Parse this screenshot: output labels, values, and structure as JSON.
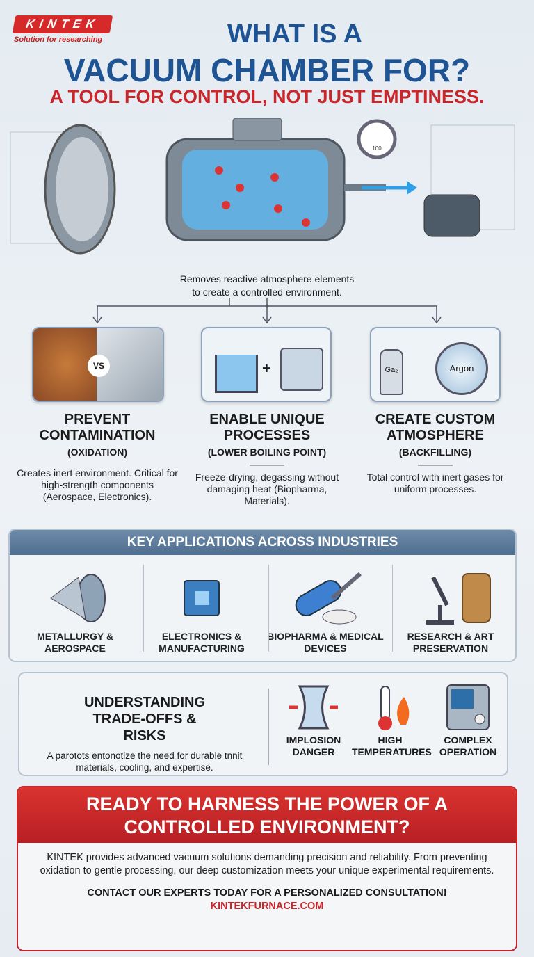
{
  "brand": {
    "name": "KINTEK",
    "tagline": "Solution for researching"
  },
  "header": {
    "title_line1": "WHAT IS A",
    "title_line2": "VACUUM CHAMBER FOR?",
    "subtitle": "A TOOL FOR CONTROL, NOT JUST EMPTINESS."
  },
  "hero": {
    "caption_line1": "Removes reactive atmosphere elements",
    "caption_line2": "to create a controlled environment.",
    "gauge_label": "100"
  },
  "benefits": [
    {
      "title": "PREVENT CONTAMINATION",
      "subtitle": "(OXIDATION)",
      "description": "Creates inert environment. Critical for high-strength components (Aerospace, Electronics).",
      "image_label": "VS"
    },
    {
      "title": "ENABLE UNIQUE PROCESSES",
      "subtitle": "(LOWER BOILING POINT)",
      "description": "Freeze-drying, degassing without damaging heat (Biopharma, Materials).",
      "image_label": "+"
    },
    {
      "title": "CREATE CUSTOM ATMOSPHERE",
      "subtitle": "(BACKFILLING)",
      "description": "Total control with inert gases for uniform processes.",
      "image_label": "Argon",
      "image_label2": "Ga₂"
    }
  ],
  "applications": {
    "heading": "KEY APPLICATIONS ACROSS INDUSTRIES",
    "items": [
      {
        "label": "METALLURGY & AEROSPACE",
        "icon": "jet-engine-icon"
      },
      {
        "label": "ELECTRONICS & MANUFACTURING",
        "icon": "chip-icon"
      },
      {
        "label": "BIOPHARMA & MEDICAL DEVICES",
        "icon": "pill-syringe-icon"
      },
      {
        "label": "RESEARCH & ART PRESERVATION",
        "icon": "microscope-artifact-icon"
      }
    ]
  },
  "risks": {
    "heading": "UNDERSTANDING TRADE-OFFS & RISKS",
    "description": "A parotots entonotize the need for durable tnnit materials, cooling, and expertise.",
    "items": [
      {
        "label": "IMPLOSION DANGER",
        "icon": "implosion-icon"
      },
      {
        "label": "HIGH TEMPERATURES",
        "icon": "thermometer-flame-icon"
      },
      {
        "label": "COMPLEX OPERATION",
        "icon": "control-panel-icon"
      }
    ]
  },
  "cta": {
    "heading": "READY TO HARNESS THE POWER OF A CONTROLLED ENVIRONMENT?",
    "body": "KINTEK provides advanced vacuum solutions demanding precision and reliability. From preventing oxidation to gentle processing, our deep customization meets your unique experimental requirements.",
    "action": "CONTACT OUR EXPERTS TODAY FOR A PERSONALIZED CONSULTATION!",
    "link": "KINTEKFURNACE.COM"
  },
  "colors": {
    "blue": "#1e5394",
    "red": "#c8262b"
  }
}
